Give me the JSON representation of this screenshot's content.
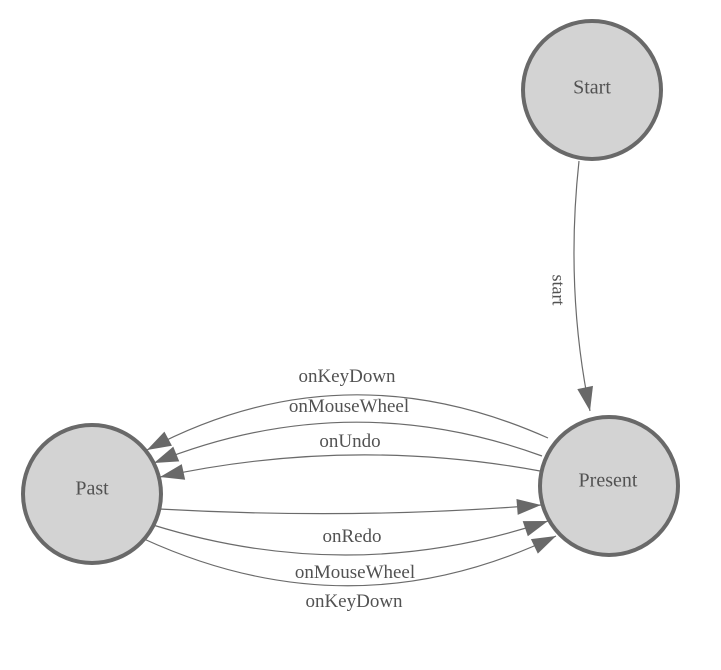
{
  "diagram": {
    "type": "state-machine",
    "nodes": [
      {
        "id": "start",
        "label": "Start"
      },
      {
        "id": "past",
        "label": "Past"
      },
      {
        "id": "present",
        "label": "Present"
      }
    ],
    "edges": [
      {
        "from": "Start",
        "to": "Present",
        "label": "start"
      },
      {
        "from": "Present",
        "to": "Past",
        "label": "onKeyDown"
      },
      {
        "from": "Present",
        "to": "Past",
        "label": "onMouseWheel"
      },
      {
        "from": "Present",
        "to": "Past",
        "label": "onUndo"
      },
      {
        "from": "Past",
        "to": "Present",
        "label": "onRedo"
      },
      {
        "from": "Past",
        "to": "Present",
        "label": "onMouseWheel"
      },
      {
        "from": "Past",
        "to": "Present",
        "label": "onKeyDown"
      }
    ],
    "colors": {
      "node_fill": "#d3d3d3",
      "node_stroke": "#696969",
      "edge_stroke": "#6b6b6b",
      "arrow_fill": "#696969",
      "label_text": "#525252",
      "background": "#ffffff"
    }
  }
}
